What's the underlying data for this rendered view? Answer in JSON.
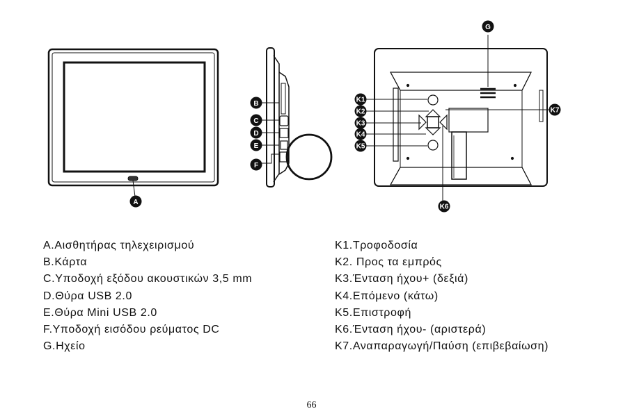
{
  "callouts": {
    "a": "A",
    "b": "B",
    "c": "C",
    "d": "D",
    "e": "E",
    "f": "F",
    "g": "G",
    "k1": "K1",
    "k2": "K2",
    "k3": "K3",
    "k4": "K4",
    "k5": "K5",
    "k6": "K6",
    "k7": "K7"
  },
  "legend_left": [
    "A.Αισθητήρας τηλεχειρισμού",
    "B.Κάρτα",
    "C.Υποδοχή εξόδου ακουστικών 3,5 mm",
    "D.Θύρα USB 2.0",
    "E.Θύρα Mini USB 2.0",
    "F.Υποδοχή εισόδου ρεύματος DC",
    "G.Ηχείο"
  ],
  "legend_right": [
    "K1.Τροφοδοσία",
    "K2. Προς τα εμπρός",
    "K3.Ένταση ήχου+ (δεξιά)",
    "K4.Επόμενο (κάτω)",
    "K5.Επιστροφή",
    "K6.Ένταση ήχου- (αριστερά)",
    "K7.Αναπαραγωγή/Παύση (επιβεβαίωση)"
  ],
  "page_number": "66"
}
